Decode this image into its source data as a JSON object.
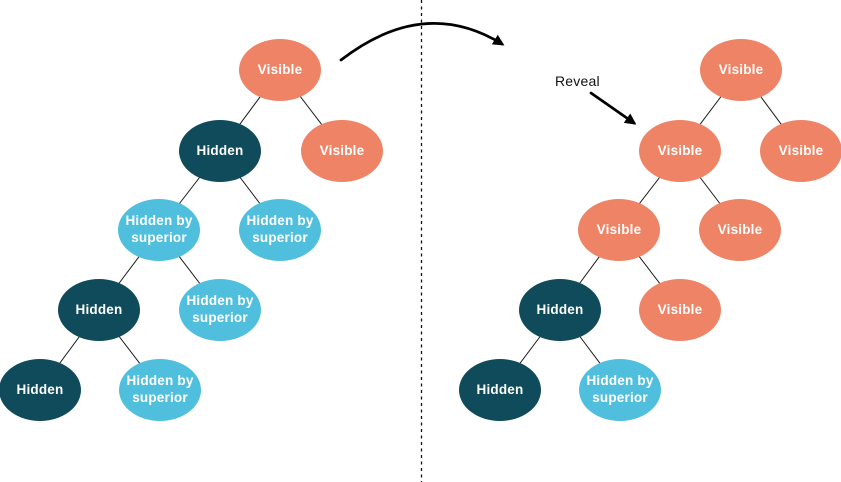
{
  "colors": {
    "visible_node": "#EE8365",
    "hidden_node": "#0F4B5A",
    "hidden_by_superior_node": "#50BFDE",
    "edge_line": "#1a1a1a",
    "arrow": "#000000",
    "background": "#FFFFFF",
    "node_text": "#FFFFFF"
  },
  "annotations": {
    "reveal_label": "Reveal"
  },
  "left_tree": {
    "nodes": [
      {
        "id": 0,
        "parent": null,
        "label": "Visible",
        "state": "visible"
      },
      {
        "id": 1,
        "parent": 0,
        "label": "Hidden",
        "state": "hidden"
      },
      {
        "id": 2,
        "parent": 0,
        "label": "Visible",
        "state": "visible"
      },
      {
        "id": 3,
        "parent": 1,
        "label": "Hidden by superior",
        "state": "hidden-by-superior"
      },
      {
        "id": 4,
        "parent": 1,
        "label": "Hidden by superior",
        "state": "hidden-by-superior"
      },
      {
        "id": 5,
        "parent": 3,
        "label": "Hidden",
        "state": "hidden"
      },
      {
        "id": 6,
        "parent": 3,
        "label": "Hidden by superior",
        "state": "hidden-by-superior"
      },
      {
        "id": 7,
        "parent": 5,
        "label": "Hidden",
        "state": "hidden"
      },
      {
        "id": 8,
        "parent": 5,
        "label": "Hidden by superior",
        "state": "hidden-by-superior"
      }
    ]
  },
  "right_tree": {
    "nodes": [
      {
        "id": 0,
        "parent": null,
        "label": "Visible",
        "state": "visible"
      },
      {
        "id": 1,
        "parent": 0,
        "label": "Visible",
        "state": "visible"
      },
      {
        "id": 2,
        "parent": 0,
        "label": "Visible",
        "state": "visible"
      },
      {
        "id": 3,
        "parent": 1,
        "label": "Visible",
        "state": "visible"
      },
      {
        "id": 4,
        "parent": 1,
        "label": "Visible",
        "state": "visible"
      },
      {
        "id": 5,
        "parent": 3,
        "label": "Hidden",
        "state": "hidden"
      },
      {
        "id": 6,
        "parent": 3,
        "label": "Visible",
        "state": "visible"
      },
      {
        "id": 7,
        "parent": 5,
        "label": "Hidden",
        "state": "hidden"
      },
      {
        "id": 8,
        "parent": 5,
        "label": "Hidden by superior",
        "state": "hidden-by-superior"
      }
    ]
  }
}
